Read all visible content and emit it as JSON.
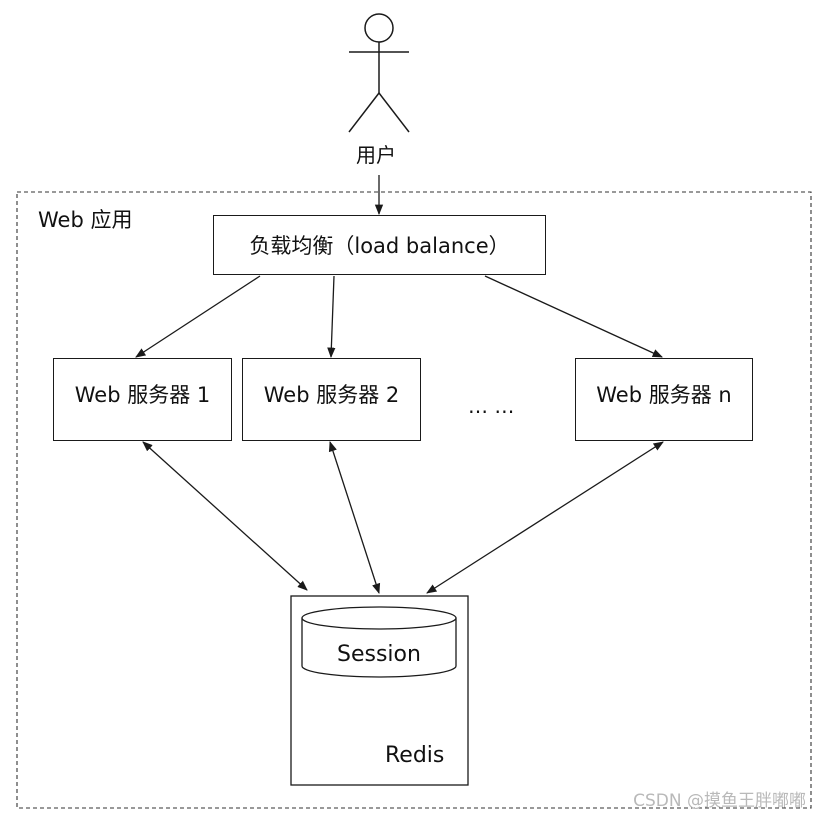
{
  "user": {
    "label": "用户"
  },
  "web_app": {
    "label": "Web 应用"
  },
  "load_balancer": {
    "label": "负载均衡（load balance）"
  },
  "servers": [
    {
      "label": "Web 服务器 1"
    },
    {
      "label": "Web 服务器 2"
    },
    {
      "label": "Web 服务器 n"
    }
  ],
  "ellipsis": "… …",
  "session_store": {
    "label": "Session"
  },
  "redis": {
    "label": "Redis"
  },
  "watermark": "CSDN @摸鱼王胖嘟嘟",
  "colors": {
    "line": "#1a1a1a",
    "background": "#ffffff",
    "watermark": "#b9b9b9"
  },
  "icons": {
    "user": "stick-figure-icon",
    "store": "cylinder-database-icon"
  }
}
